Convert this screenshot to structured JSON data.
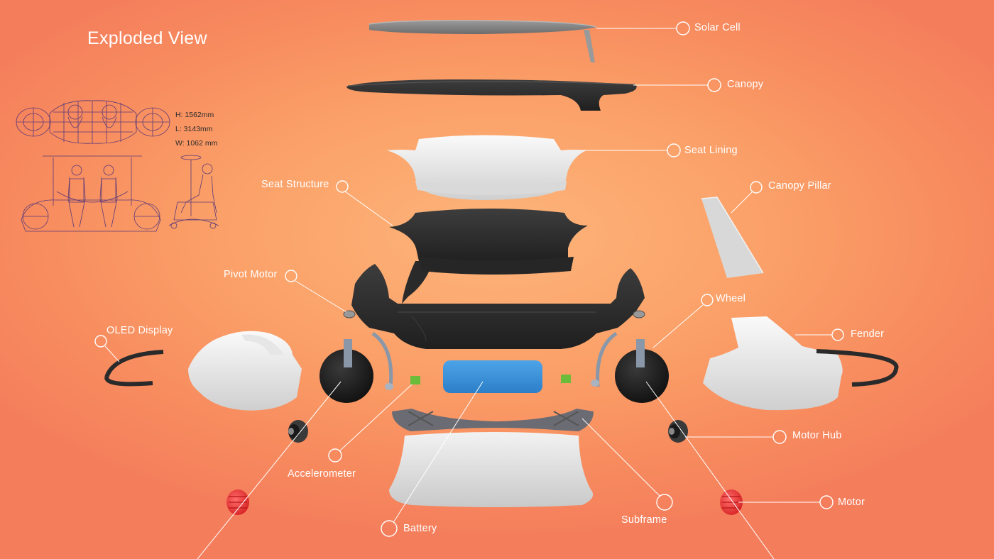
{
  "title": "Exploded View",
  "dimensions": [
    "H: 1562mm",
    "L: 3143mm",
    "W: 1062 mm"
  ],
  "labels": {
    "solar_cell": "Solar Cell",
    "canopy": "Canopy",
    "seat_lining": "Seat Lining",
    "seat_structure": "Seat Structure",
    "canopy_pillar": "Canopy Pillar",
    "pivot_motor": "Pivot Motor",
    "wheel": "Wheel",
    "oled_display": "OLED Display",
    "fender": "Fender",
    "motor_hub": "Motor Hub",
    "accelerometer": "Accelerometer",
    "motor": "Motor",
    "subframe": "Subframe",
    "battery": "Battery"
  },
  "colors": {
    "background": "#fba068",
    "label_text": "#ffffff",
    "callout": "#ffffff",
    "shell_dark": "#2b2b2b",
    "shell_light": "#e6e6e6",
    "battery": "#3a8fd6",
    "sensor": "#6cbc3c",
    "motor": "#e83030",
    "wireframe": "#4a2f7a"
  }
}
